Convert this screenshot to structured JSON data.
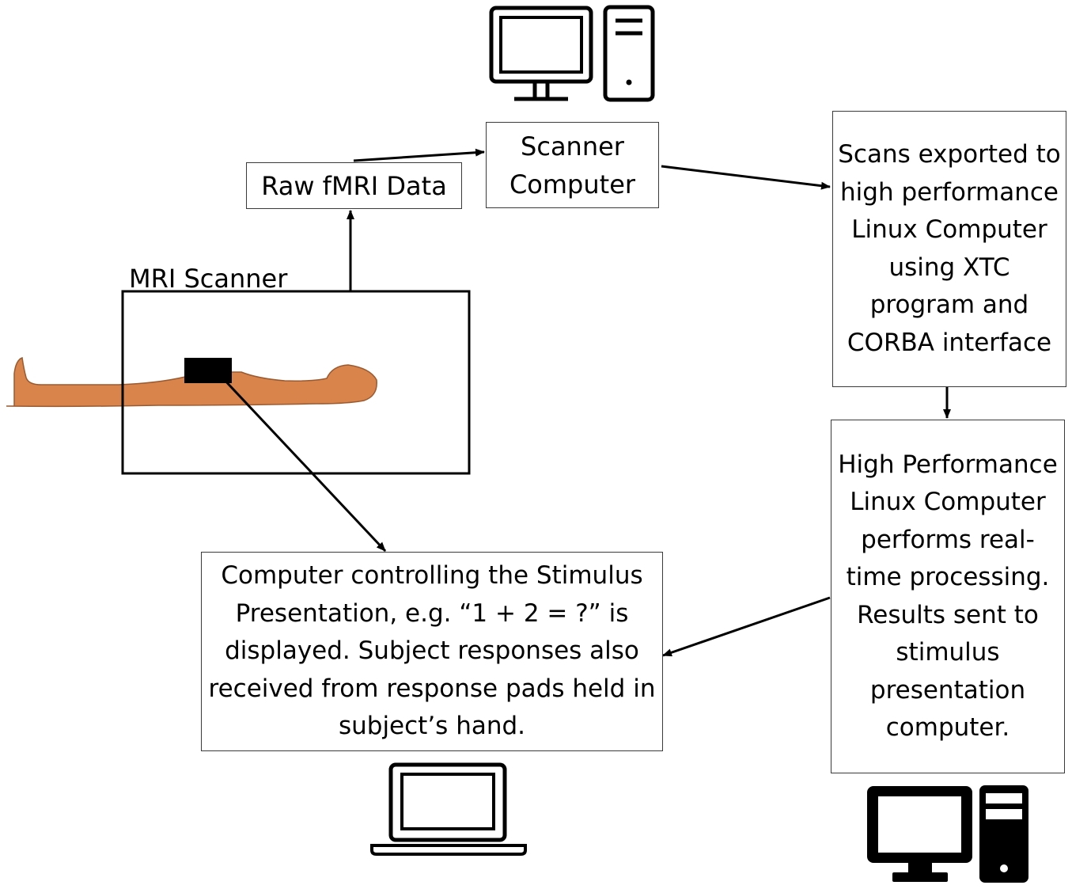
{
  "diagram": {
    "mri_scanner_label": "MRI Scanner",
    "raw_data_label": "Raw fMRI Data",
    "scanner_computer_label": "Scanner Computer",
    "export_text": "Scans exported to high performance Linux Computer using XTC program and CORBA interface",
    "hpc_text": "High Performance Linux Computer performs real-time processing. Results sent to stimulus presentation computer.",
    "stimulus_text": "Computer controlling the Stimulus Presentation, e.g. “1 + 2 = ?” is displayed. Subject responses also received from response pads held in subject’s hand."
  },
  "icons": {
    "scanner_computer": "desktop-computer-outline-icon",
    "stimulus_computer": "laptop-icon",
    "hpc_computer": "desktop-computer-solid-icon",
    "subject": "person-lying-silhouette",
    "response_pad": "response-pad-block"
  },
  "colors": {
    "body": "#d9844b",
    "body_outline": "#9a5a30",
    "line": "#000000"
  }
}
